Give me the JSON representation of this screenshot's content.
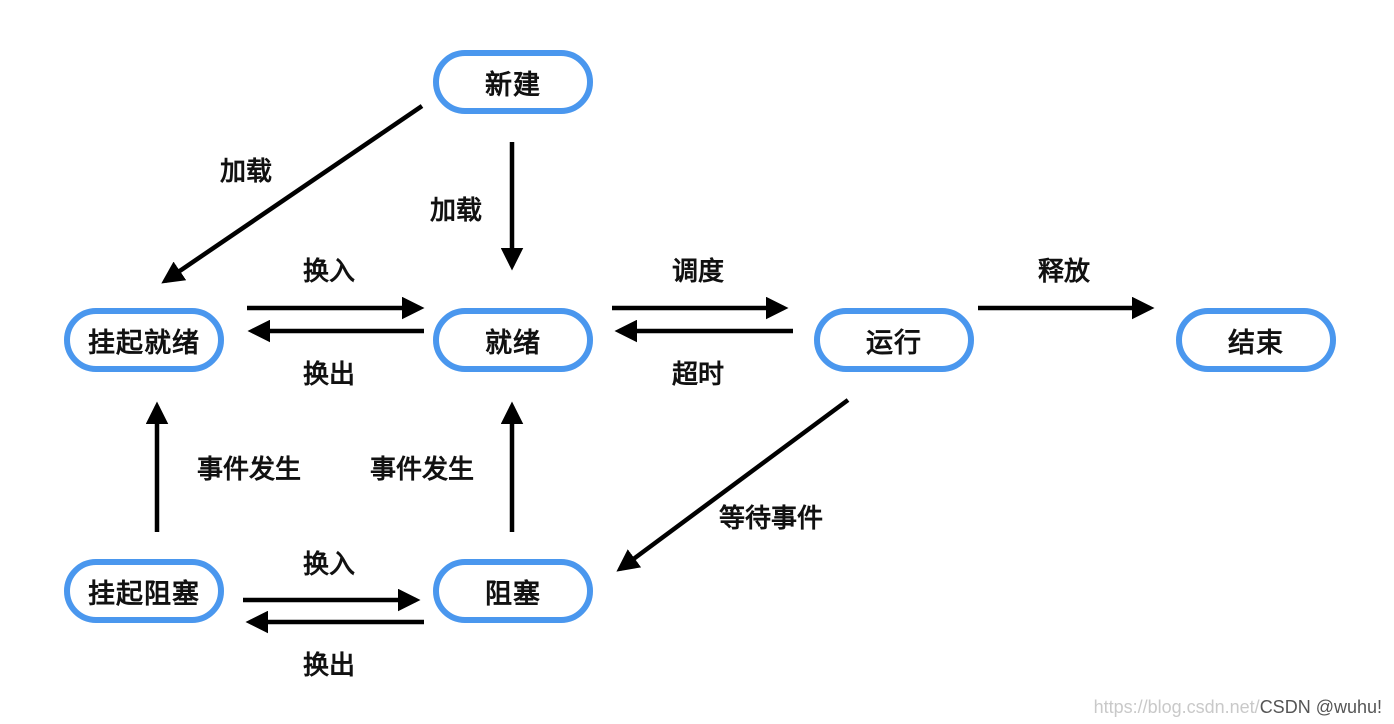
{
  "states": {
    "new": "新建",
    "ready": "就绪",
    "suspended_ready": "挂起就绪",
    "running": "运行",
    "end": "结束",
    "blocked": "阻塞",
    "suspended_blocked": "挂起阻塞"
  },
  "edges": {
    "load_to_suspended_ready": "加载",
    "load_to_ready": "加载",
    "swap_in_ready": "换入",
    "swap_out_ready": "换出",
    "schedule": "调度",
    "timeout": "超时",
    "release": "释放",
    "event_occurs_suspended": "事件发生",
    "event_occurs_blocked": "事件发生",
    "wait_event": "等待事件",
    "swap_in_blocked": "换入",
    "swap_out_blocked": "换出"
  },
  "watermark": {
    "url": "https://blog.csdn.net/",
    "brand": "CSDN @wuhu!"
  },
  "colors": {
    "node_border": "#4a97ee",
    "text": "#111111",
    "arrow": "#000000"
  }
}
